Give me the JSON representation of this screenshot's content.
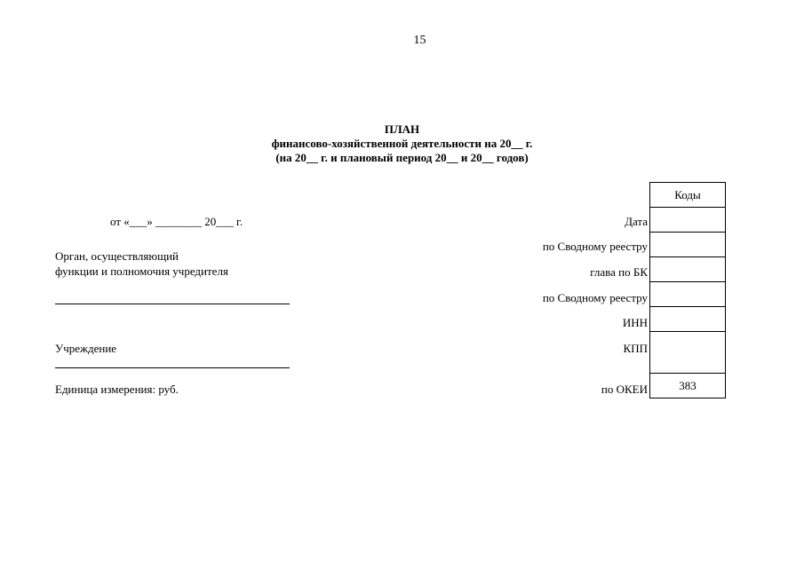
{
  "page_number": "15",
  "title": {
    "line1": "ПЛАН",
    "line2": "финансово-хозяйственной деятельности на 20__ г.",
    "line3": "(на 20__ г. и плановый период 20__ и 20__ годов)"
  },
  "date_line": "от «___» ________ 20___ г.",
  "left": {
    "organ_line1": "Орган, осуществляющий",
    "organ_line2": "функции и полномочия учредителя",
    "organ_blank": "_________________________________",
    "institution": "Учреждение",
    "unit": "Единица измерения: руб."
  },
  "right_labels": {
    "date": "Дата",
    "svod1": "по Сводному реестру",
    "glava": "глава по БК",
    "svod2": "по Сводному реестру",
    "inn": "ИНН",
    "kpp": "КПП",
    "okei": "по ОКЕИ"
  },
  "codes": {
    "header": "Коды",
    "date": "",
    "svod1": "",
    "glava": "",
    "svod2": "",
    "inn": "",
    "kpp": "",
    "okei": "383"
  }
}
